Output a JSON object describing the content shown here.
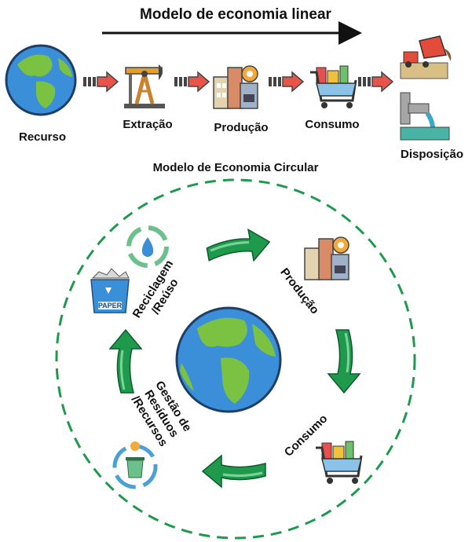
{
  "linear": {
    "title": "Modelo de economia linear",
    "stages": {
      "resource": "Recurso",
      "extraction": "Extração",
      "production": "Produção",
      "consumption": "Consumo",
      "disposal": "Disposição"
    }
  },
  "circular": {
    "title": "Modelo de Economia Circular",
    "stages": {
      "production": "Produção",
      "consumption": "Consumo",
      "waste_line1": "Gestão de",
      "waste_line2": "Resíduos",
      "waste_line3": "/Recursos",
      "recycling_line1": "Reciclagem",
      "recycling_line2": "/Reúso"
    },
    "paper_bin_text": "PAPER"
  },
  "colors": {
    "ocean": "#3b8fd9",
    "land": "#7cc242",
    "arrow_green": "#1f9a4d",
    "arrow_green_light": "#5cc27a",
    "linear_arrow": "#e9544a",
    "dashed_circle": "#1f9a4d"
  },
  "icons": [
    "globe-icon",
    "oil-pump-icon",
    "factory-icon",
    "shopping-cart-icon",
    "dump-truck-icon",
    "sewage-pipe-icon",
    "recycle-water-icon",
    "recycle-bin-icon",
    "waste-management-icon"
  ]
}
